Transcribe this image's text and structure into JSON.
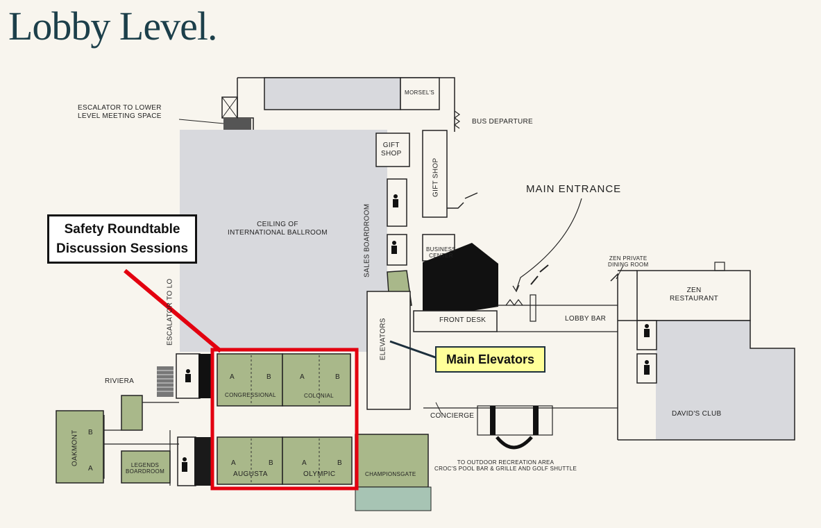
{
  "title": "Lobby Level.",
  "callouts": {
    "safety": [
      "Safety Roundtable",
      "Discussion Sessions"
    ],
    "elevators": "Main Elevators"
  },
  "labels": {
    "escalator_lower": [
      "ESCALATOR TO LOWER",
      "LEVEL MEETING SPACE"
    ],
    "morsels": "MORSEL'S",
    "bus_departure": "BUS DEPARTURE",
    "gift_shop_1": [
      "GIFT",
      "SHOP"
    ],
    "gift_shop_2": "GIFT SHOP",
    "main_entrance": "MAIN ENTRANCE",
    "ballroom_ceiling": [
      "CEILING OF",
      "INTERNATIONAL BALLROOM"
    ],
    "sales_boardroom": "SALES BOARDROOM",
    "business_center": [
      "BUSINESS",
      "CENTER"
    ],
    "zen_private": [
      "ZEN PRIVATE",
      "DINING ROOM"
    ],
    "zen_restaurant": [
      "ZEN",
      "RESTAURANT"
    ],
    "escalator_lo": "ESCALATOR TO LO",
    "front_desk": "FRONT DESK",
    "lobby_bar": "LOBBY BAR",
    "elevators": "ELEVATORS",
    "riviera": "RIVIERA",
    "congressional": "CONGRESSIONAL",
    "colonial": "COLONIAL",
    "concierge": "CONCIERGE",
    "davids_club": "DAVID'S CLUB",
    "oakmont": "OAKMONT",
    "legends_boardroom": [
      "LEGENDS",
      "BOARDROOM"
    ],
    "augusta": "AUGUSTA",
    "olympic": "OLYMPIC",
    "championsgate": "CHAMPIONSGATE",
    "outdoor": [
      "TO OUTDOOR RECREATION AREA",
      "CROC'S POOL BAR & GRILLE AND GOLF SHUTTLE"
    ],
    "a": "A",
    "b": "B"
  },
  "colors": {
    "meeting_room": "#a9b88a",
    "ballroom": "#d8d9dd",
    "highlight": "#e3000f",
    "championsgate_lower": "#a7c4b4",
    "wall": "#1a1a1a"
  }
}
